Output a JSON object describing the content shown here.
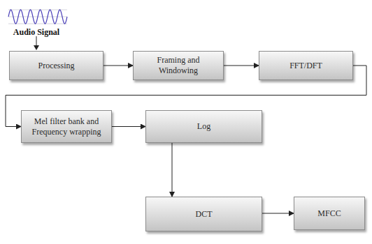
{
  "diagram": {
    "nodes": [
      {
        "text": [
          "Processing"
        ]
      },
      {
        "text": [
          "Framing and Windowing"
        ]
      },
      {
        "text": [
          "FFT/DFT"
        ]
      },
      {
        "text": [
          "Mel filter bank and Frequency wrapping"
        ]
      },
      {
        "text": [
          "Log"
        ]
      },
      {
        "text": [
          "DCT"
        ]
      },
      {
        "text": [
          "MFCC"
        ]
      }
    ],
    "edges": [
      {
        "from": 0,
        "to": 1,
        "arrow": "to"
      },
      {
        "from": 1,
        "to": 2,
        "arrow": "to"
      },
      {
        "from": 2,
        "to": 3,
        "arrow": "to"
      },
      {
        "from": 3,
        "to": 4,
        "arrow": "to"
      },
      {
        "from": 4,
        "to": 5,
        "arrow": "to"
      },
      {
        "from": 5,
        "to": 6,
        "arrow": "to"
      }
    ],
    "labels": [
      "Audio Signal"
    ]
  }
}
